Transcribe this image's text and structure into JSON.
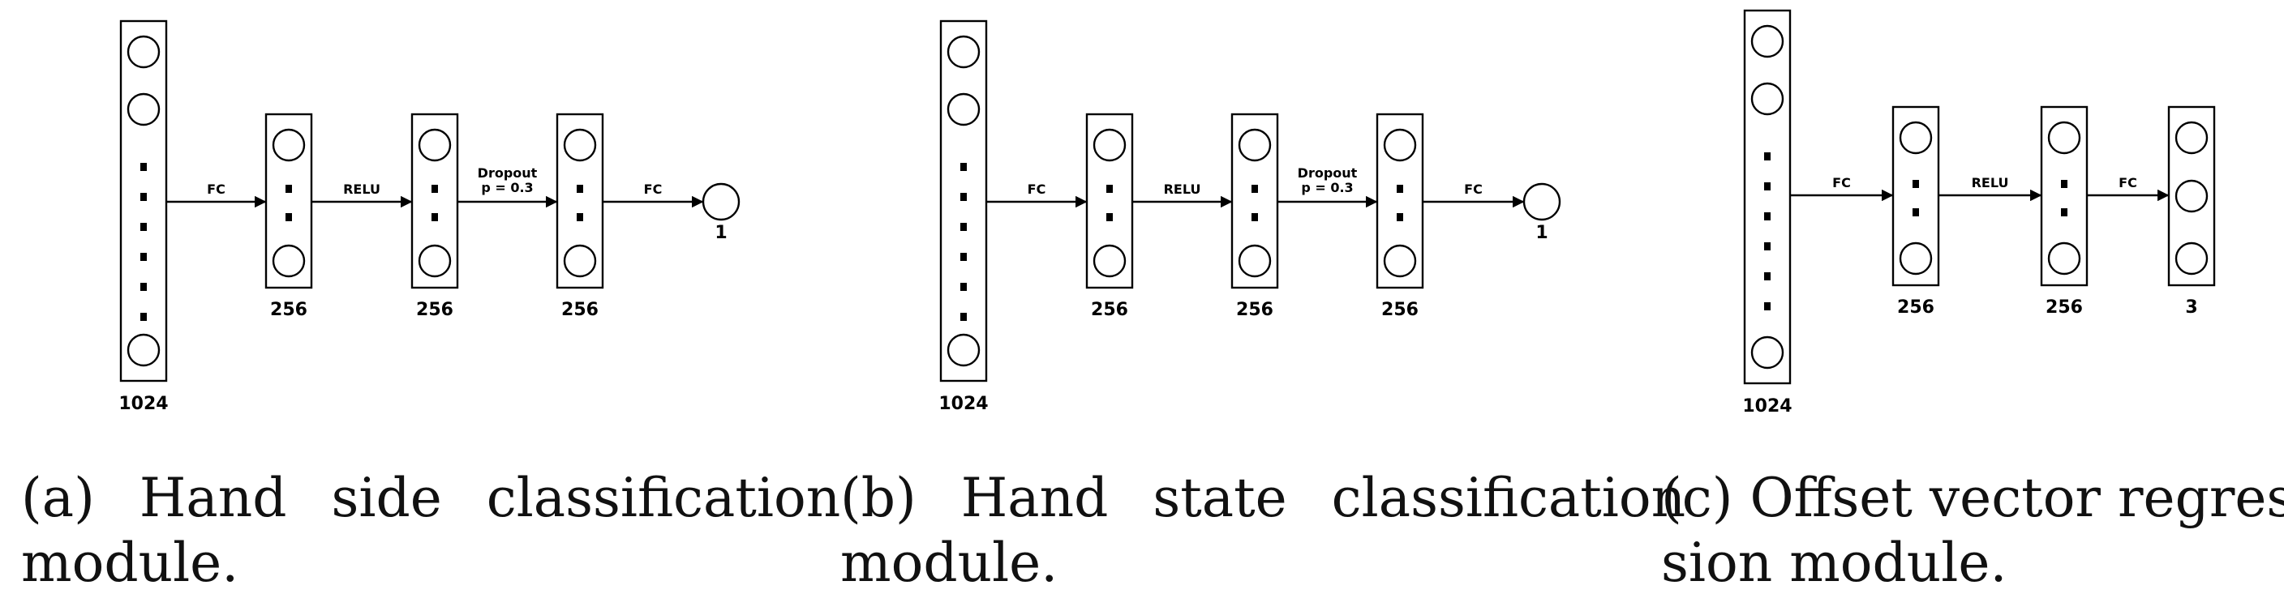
{
  "panels": [
    {
      "id": "a",
      "caption_line1": "(a) Hand side classification",
      "caption_line2": "module.",
      "layers": [
        {
          "size": "1024",
          "kind": "tall"
        },
        {
          "size": "256",
          "kind": "hidden"
        },
        {
          "size": "256",
          "kind": "hidden"
        },
        {
          "size": "256",
          "kind": "hidden"
        },
        {
          "size": "1",
          "kind": "single"
        }
      ],
      "connections": [
        {
          "label": "FC"
        },
        {
          "label": "RELU"
        },
        {
          "label": "Dropout",
          "sublabel": "p = 0.3"
        },
        {
          "label": "FC"
        }
      ]
    },
    {
      "id": "b",
      "caption_line1": "(b) Hand state classification",
      "caption_line2": "module.",
      "layers": [
        {
          "size": "1024",
          "kind": "tall"
        },
        {
          "size": "256",
          "kind": "hidden"
        },
        {
          "size": "256",
          "kind": "hidden"
        },
        {
          "size": "256",
          "kind": "hidden"
        },
        {
          "size": "1",
          "kind": "single"
        }
      ],
      "connections": [
        {
          "label": "FC"
        },
        {
          "label": "RELU"
        },
        {
          "label": "Dropout",
          "sublabel": "p = 0.3"
        },
        {
          "label": "FC"
        }
      ]
    },
    {
      "id": "c",
      "caption_line1": "(c) Offset vector regres-",
      "caption_line2": "sion module.",
      "layers": [
        {
          "size": "1024",
          "kind": "tall"
        },
        {
          "size": "256",
          "kind": "hidden"
        },
        {
          "size": "256",
          "kind": "hidden"
        },
        {
          "size": "3",
          "kind": "output3"
        }
      ],
      "connections": [
        {
          "label": "FC"
        },
        {
          "label": "RELU"
        },
        {
          "label": "FC"
        }
      ]
    }
  ]
}
